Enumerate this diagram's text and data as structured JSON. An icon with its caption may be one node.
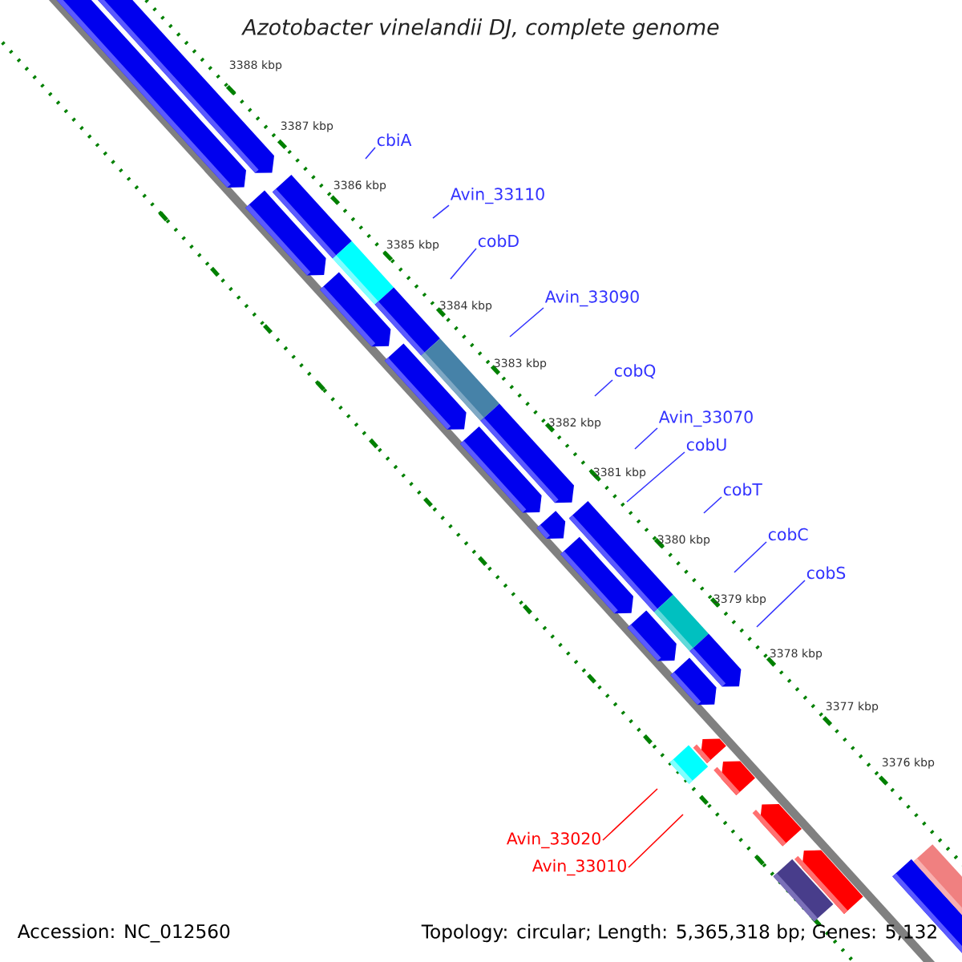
{
  "diagram": {
    "title": "Azotobacter vinelandii DJ, complete genome",
    "nodes": [
      {
        "text": [
          "cbiA"
        ]
      },
      {
        "text": [
          "Avin_33110"
        ]
      },
      {
        "text": [
          "cobD"
        ]
      },
      {
        "text": [
          "Avin_33090"
        ]
      },
      {
        "text": [
          "cobQ"
        ]
      },
      {
        "text": [
          "Avin_33070"
        ]
      },
      {
        "text": [
          "cobU"
        ]
      },
      {
        "text": [
          "cobT"
        ]
      },
      {
        "text": [
          "cobC"
        ]
      },
      {
        "text": [
          "cobS"
        ]
      },
      {
        "text": [
          "Avin_33020"
        ]
      },
      {
        "text": [
          "Avin_33010"
        ]
      }
    ],
    "edges": [
      {
        "from": 0,
        "to": null,
        "arrow": "none"
      },
      {
        "from": 1,
        "to": null,
        "arrow": "none"
      },
      {
        "from": 2,
        "to": null,
        "arrow": "none"
      },
      {
        "from": 3,
        "to": null,
        "arrow": "none"
      },
      {
        "from": 4,
        "to": null,
        "arrow": "none"
      },
      {
        "from": 5,
        "to": null,
        "arrow": "none"
      },
      {
        "from": 6,
        "to": null,
        "arrow": "none"
      },
      {
        "from": 7,
        "to": null,
        "arrow": "none"
      },
      {
        "from": 8,
        "to": null,
        "arrow": "none"
      },
      {
        "from": 9,
        "to": null,
        "arrow": "none"
      },
      {
        "from": 10,
        "to": null,
        "arrow": "none",
        "color": "#ff0000"
      },
      {
        "from": 11,
        "to": null,
        "arrow": "none",
        "color": "#ff0000"
      }
    ],
    "labels": [
      "3388 kbp",
      "3387 kbp",
      "3386 kbp",
      "3385 kbp",
      "3384 kbp",
      "3383 kbp",
      "3382 kbp",
      "3381 kbp",
      "3380 kbp",
      "3379 kbp",
      "3378 kbp",
      "3377 kbp",
      "3376 kbp",
      "Accession: NC_012560",
      "Topology: circular; Length: 5,365,318 bp; Genes: 5,132"
    ]
  }
}
